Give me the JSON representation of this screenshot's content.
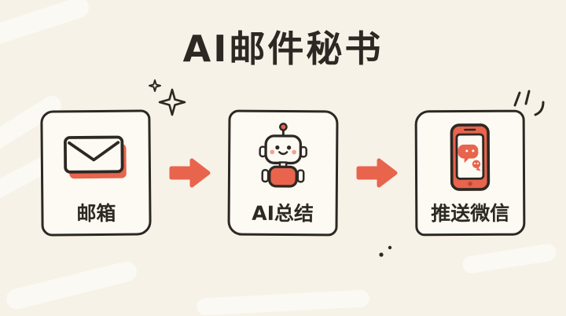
{
  "title": "AI邮件秘书",
  "colors": {
    "background": "#f7f2e7",
    "ink": "#2d2823",
    "accent": "#e8644d",
    "accent-soft": "#f2a391",
    "box-fill": "#fcfaf3"
  },
  "flow": {
    "steps": [
      {
        "id": "mailbox",
        "label": "邮箱",
        "icon": "envelope-icon"
      },
      {
        "id": "ai-summary",
        "label": "AI总结",
        "icon": "robot-icon"
      },
      {
        "id": "wechat-push",
        "label": "推送微信",
        "icon": "phone-wechat-icon"
      }
    ],
    "connector": "arrow-right"
  }
}
